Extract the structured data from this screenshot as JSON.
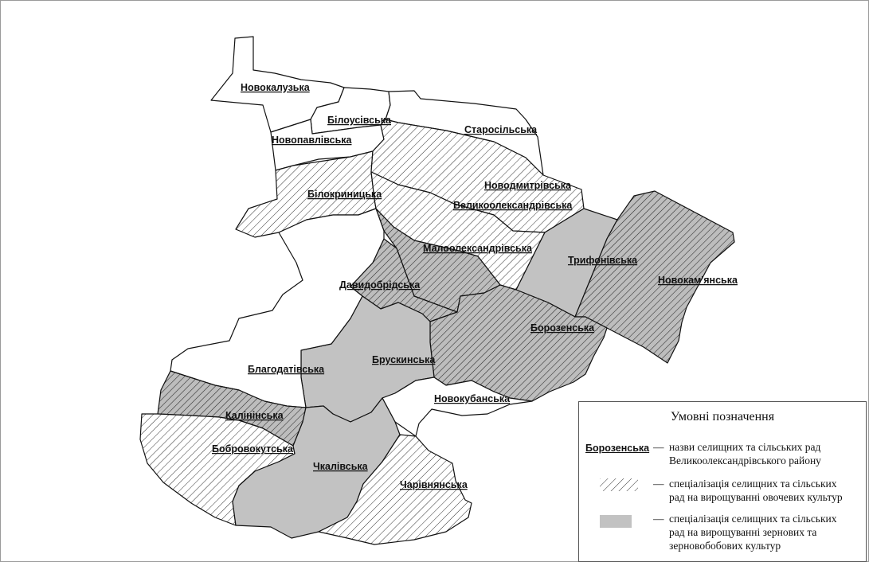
{
  "map": {
    "councils": [
      {
        "name": "Новокалузька",
        "fill": "white"
      },
      {
        "name": "Білоусівська",
        "fill": "white"
      },
      {
        "name": "Новопавлівська",
        "fill": "white"
      },
      {
        "name": "Старосільська",
        "fill": "white"
      },
      {
        "name": "Білокриницька",
        "fill": "hatch"
      },
      {
        "name": "Новодмитрівська",
        "fill": "hatch"
      },
      {
        "name": "Великоолександрівська",
        "fill": "hatch"
      },
      {
        "name": "Малоолександрівська",
        "fill": "hatch-dark"
      },
      {
        "name": "Трифонівська",
        "fill": "gray"
      },
      {
        "name": "Новокам'янська",
        "fill": "hatch-dark"
      },
      {
        "name": "Давидобрідська",
        "fill": "hatch-dark"
      },
      {
        "name": "Борозенська",
        "fill": "hatch-dark"
      },
      {
        "name": "Брускинська",
        "fill": "gray"
      },
      {
        "name": "Благодатівська",
        "fill": "white"
      },
      {
        "name": "Новокубанська",
        "fill": "white"
      },
      {
        "name": "Калінінська",
        "fill": "hatch-dark"
      },
      {
        "name": "Бобровокутська",
        "fill": "hatch"
      },
      {
        "name": "Чкалівська",
        "fill": "gray"
      },
      {
        "name": "Чарівнянська",
        "fill": "hatch"
      }
    ]
  },
  "legend": {
    "title": "Умовні позначення",
    "example_name": "Борозенська",
    "dash": "—",
    "items": [
      {
        "key": "name",
        "text_lines": [
          "назви селищних та сільських рад",
          "Великоолександрівського району"
        ]
      },
      {
        "key": "hatch",
        "text_lines": [
          "спеціалізація селищних та сільських",
          "рад на вирощуванні овочевих культур"
        ]
      },
      {
        "key": "gray",
        "text_lines": [
          "спеціалізація селищних та сільських",
          "рад на вирощуванні зернових та",
          "зерновобобових культур"
        ]
      }
    ]
  },
  "colors": {
    "outline": "#111111",
    "gray_fill": "#c2c2c2",
    "hatch_line": "#333333",
    "background": "#ffffff"
  }
}
